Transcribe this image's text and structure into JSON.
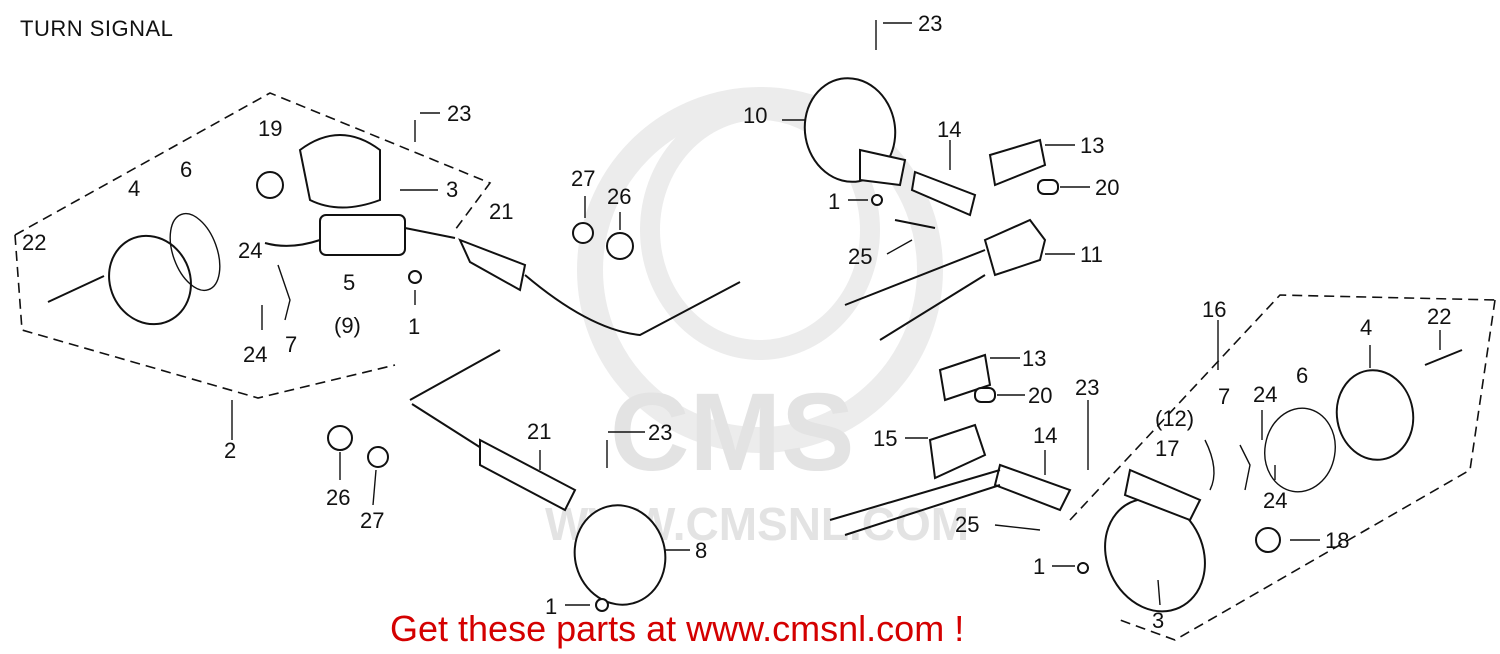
{
  "title": "TURN SIGNAL",
  "watermark": {
    "brand": "CMS",
    "url": "WWW.CMSNL.COM"
  },
  "footer": {
    "text": "Get these parts at www.cmsnl.com !",
    "color": "#d40000"
  },
  "callouts": {
    "c1": "1",
    "c2": "2",
    "c3": "3",
    "c4": "4",
    "c5": "5",
    "c6": "6",
    "c7": "7",
    "c8": "8",
    "c9": "(9)",
    "c10": "10",
    "c11": "11",
    "c12": "(12)",
    "c13": "13",
    "c14": "14",
    "c15": "15",
    "c16": "16",
    "c17": "17",
    "c18": "18",
    "c19": "19",
    "c20": "20",
    "c21": "21",
    "c22": "22",
    "c23": "23",
    "c24": "24",
    "c25": "25",
    "c26": "26",
    "c27": "27"
  }
}
